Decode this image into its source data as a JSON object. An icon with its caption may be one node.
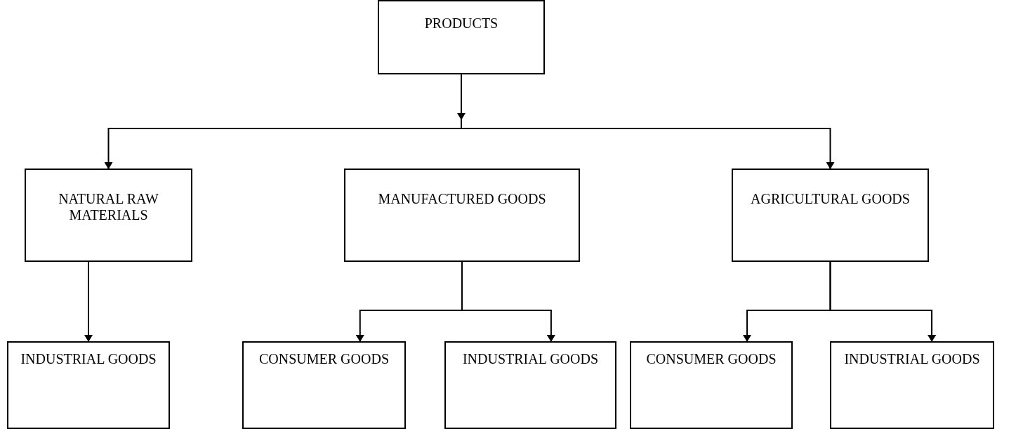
{
  "diagram": {
    "nodes": [
      {
        "text": [
          "PRODUCTS"
        ]
      },
      {
        "text": [
          "NATURAL RAW MATERIALS"
        ]
      },
      {
        "text": [
          "MANUFACTURED GOODS"
        ]
      },
      {
        "text": [
          "AGRICULTURAL GOODS"
        ]
      },
      {
        "text": [
          "INDUSTRIAL GOODS"
        ]
      },
      {
        "text": [
          "CONSUMER GOODS"
        ]
      },
      {
        "text": [
          "INDUSTRIAL GOODS"
        ]
      },
      {
        "text": [
          "CONSUMER GOODS"
        ]
      },
      {
        "text": [
          "INDUSTRIAL GOODS"
        ]
      }
    ],
    "edges": [
      {
        "from": 0,
        "to": 1,
        "arrow": "to"
      },
      {
        "from": 0,
        "to": 3,
        "arrow": "to"
      },
      {
        "from": 1,
        "to": 4,
        "arrow": "to"
      },
      {
        "from": 2,
        "to": 5,
        "arrow": "to"
      },
      {
        "from": 2,
        "to": 6,
        "arrow": "to"
      },
      {
        "from": 3,
        "to": 7,
        "arrow": "to"
      },
      {
        "from": 3,
        "to": 8,
        "arrow": "to"
      }
    ]
  }
}
